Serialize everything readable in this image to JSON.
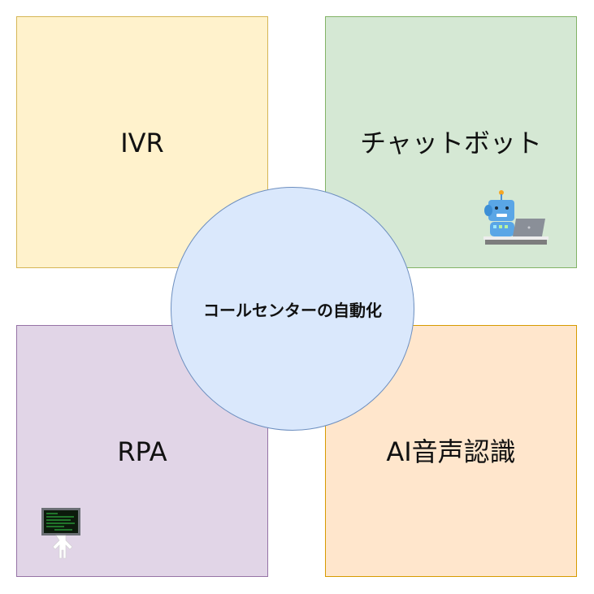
{
  "diagram": {
    "center": {
      "label": "コールセンターの自動化",
      "fill": "#dae8fc",
      "stroke": "#6c8ebf"
    },
    "quadrants": [
      {
        "id": "ivr",
        "label": "IVR",
        "fill": "#fff2cc",
        "stroke": "#d6b656",
        "icon": null
      },
      {
        "id": "chatbot",
        "label": "チャットボット",
        "fill": "#d5e8d4",
        "stroke": "#82b366",
        "icon": "robot-at-laptop-icon"
      },
      {
        "id": "rpa",
        "label": "RPA",
        "fill": "#e1d5e7",
        "stroke": "#9673a6",
        "icon": "monitor-head-person-icon"
      },
      {
        "id": "ai-speech",
        "label": "AI音声認識",
        "fill": "#ffe6cc",
        "stroke": "#d79b00",
        "icon": null
      }
    ]
  }
}
